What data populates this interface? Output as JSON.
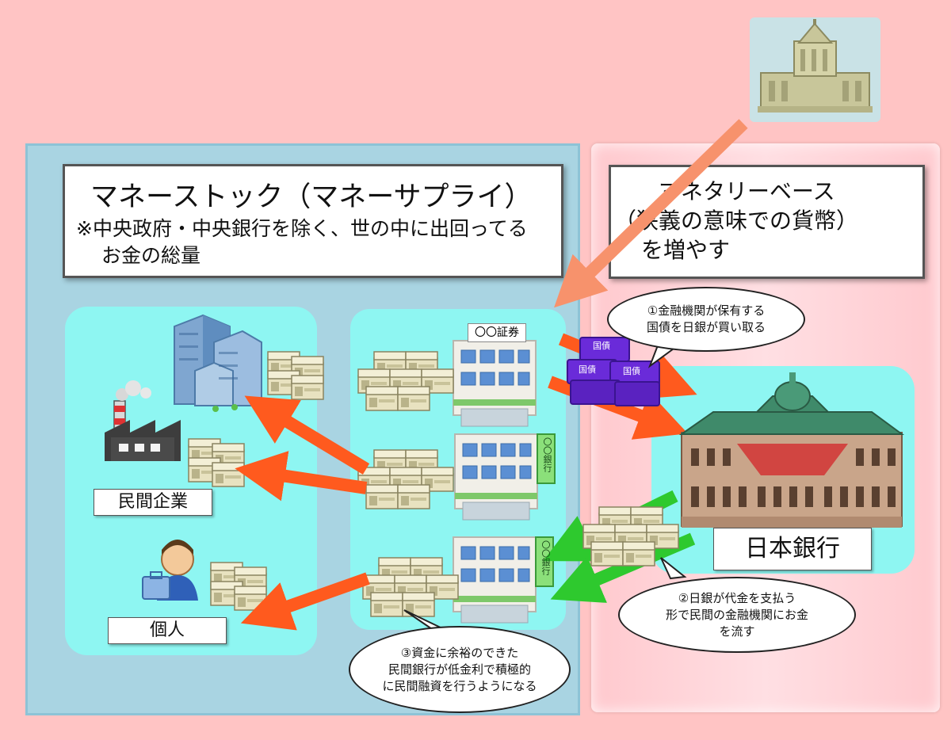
{
  "money_stock": {
    "title": "マネーストック（マネーサプライ）",
    "note_line1": "※中央政府・中央銀行を除く、世の中に出回ってる",
    "note_line2": "お金の総量"
  },
  "monetary_base": {
    "line1": "マネタリーベース",
    "line2": "（狭義の意味での貨幣）",
    "line3": "を増やす"
  },
  "labels": {
    "private_company": "民間企業",
    "individual": "個人",
    "boj": "日本銀行",
    "securities_sign": "〇〇証券",
    "bank_sign": "〇〇銀行",
    "jgb": "国債"
  },
  "bubbles": {
    "step1": "①金融機関が保有する\n国債を日銀が買い取る",
    "step2": "②日銀が代金を支払う\n形で民間の金融機関にお金\nを流す",
    "step3": "③資金に余裕のできた\n民間銀行が低金利で積極的\nに民間融資を行うようになる"
  },
  "colors": {
    "orange_arrow": "#ff5a1e",
    "green_arrow": "#2ec92e",
    "bond_purple": "#6a2bd9",
    "panel_blue": "#a9d4e2",
    "panel_pink": "#ffc9ce",
    "cyan": "#8ef6f2"
  },
  "icons": [
    "diet-building-icon",
    "office-tower-icon",
    "factory-icon",
    "person-icon",
    "money-stack-icon",
    "securities-building-icon",
    "bank-building-icon",
    "boj-building-icon",
    "jgb-bond-icon"
  ]
}
